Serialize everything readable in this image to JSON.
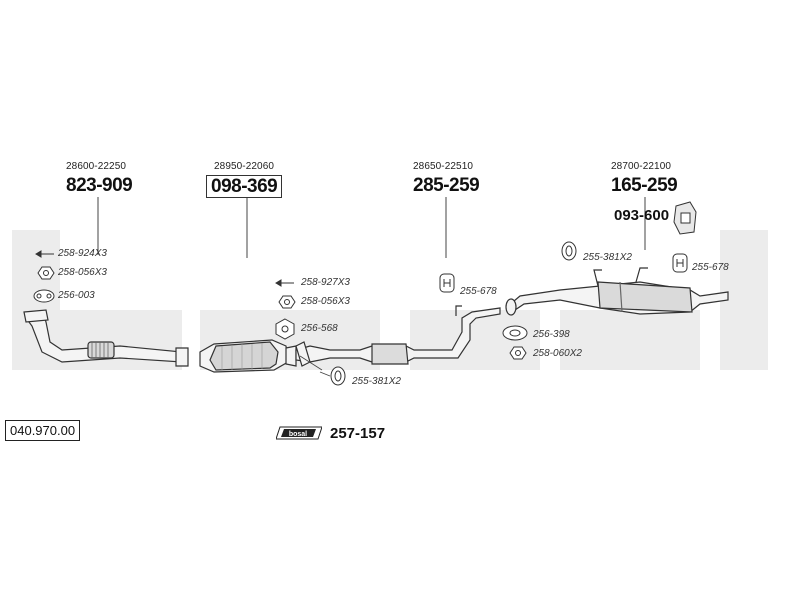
{
  "reference": "040.970.00",
  "watermark": "bosal",
  "groups": [
    {
      "oem": "28600-22250",
      "part_number": "823-909"
    },
    {
      "oem": "28950-22060",
      "part_number": "098-369"
    },
    {
      "oem": "28650-22510",
      "part_number": "285-259"
    },
    {
      "oem": "28700-22100",
      "part_number": "165-259"
    }
  ],
  "extra_part": "093-600",
  "fittings": [
    {
      "code": "258-924X3",
      "icon": "arrow-bolt-icon"
    },
    {
      "code": "258-056X3",
      "icon": "nut-icon"
    },
    {
      "code": "256-003",
      "icon": "flange-gasket-icon"
    },
    {
      "code": "258-927X3",
      "icon": "arrow-bolt-icon"
    },
    {
      "code": "258-056X3",
      "icon": "nut-icon"
    },
    {
      "code": "256-568",
      "icon": "gasket-icon"
    },
    {
      "code": "255-381X2",
      "icon": "rubber-hanger-icon"
    },
    {
      "code": "255-678",
      "icon": "hanger-h-icon"
    },
    {
      "code": "256-398",
      "icon": "flange-gasket-icon"
    },
    {
      "code": "258-060X2",
      "icon": "nut-icon"
    },
    {
      "code": "255-381X2",
      "icon": "rubber-hanger-icon"
    },
    {
      "code": "255-678",
      "icon": "hanger-h-icon"
    }
  ],
  "kit": {
    "logo_text": "bosal",
    "part_number": "257-157"
  },
  "colors": {
    "watermark": "#ececec",
    "line": "#333333",
    "pipe_fill": "#f4f4f4"
  }
}
